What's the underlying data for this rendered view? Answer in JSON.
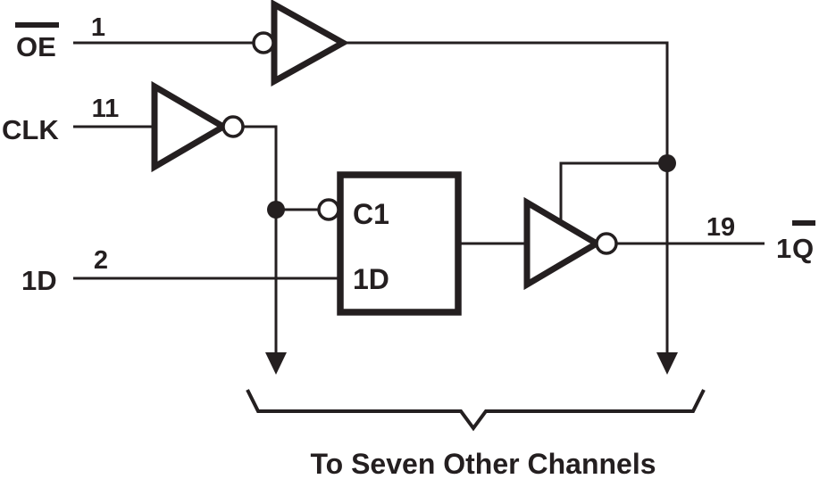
{
  "diagram": {
    "ink_color": "#241f20",
    "background_color": "#ffffff",
    "caption": "To Seven Other Channels",
    "inputs": {
      "oe": {
        "label": "OE",
        "pin": "1",
        "overline": true
      },
      "clk": {
        "label": "CLK",
        "pin": "11",
        "overline": false
      },
      "d": {
        "label": "1D",
        "pin": "2",
        "overline": false
      }
    },
    "latch": {
      "clock_input_label": "C1",
      "data_input_label": "1D"
    },
    "output": {
      "pin": "19",
      "label_prefix": "1",
      "label_base": "Q",
      "overline_on_base": true
    }
  }
}
